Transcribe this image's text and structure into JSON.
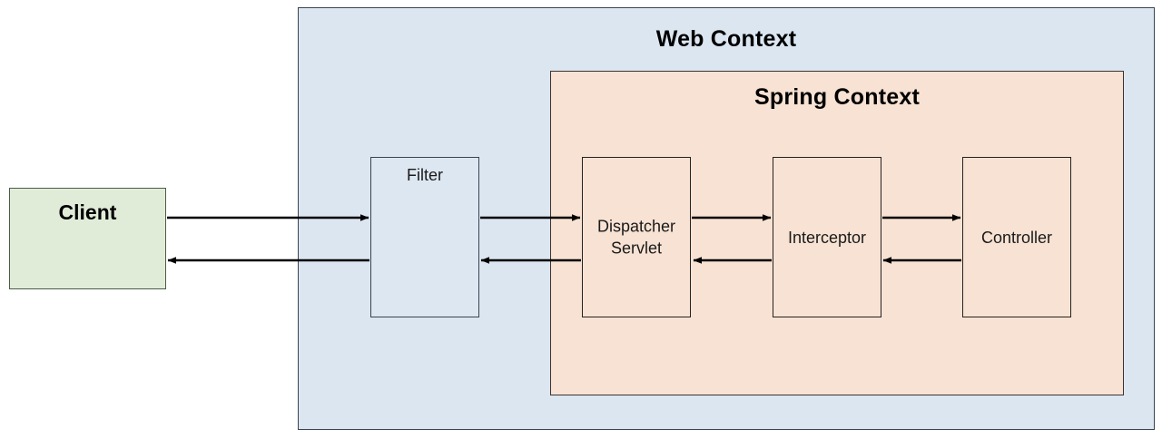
{
  "diagram": {
    "title_visible": false,
    "containers": [
      {
        "id": "web-context",
        "label": "Web Context",
        "fill": "#dce6f1",
        "stroke": "#3a4450"
      },
      {
        "id": "spring-context",
        "label": "Spring Context",
        "fill": "#f7e2d3",
        "stroke": "#3a3330"
      }
    ],
    "nodes": [
      {
        "id": "client",
        "label": "Client",
        "fill": "#e0ecd8",
        "stroke": "#4d5a49"
      },
      {
        "id": "filter",
        "label": "Filter",
        "fill": "#dde7f2",
        "stroke": "#3a4450"
      },
      {
        "id": "dispatcher-servlet",
        "label": "Dispatcher\nServlet",
        "fill": "#f7e2d3",
        "stroke": "#262220"
      },
      {
        "id": "interceptor",
        "label": "Interceptor",
        "fill": "#f7e2d3",
        "stroke": "#262220"
      },
      {
        "id": "controller",
        "label": "Controller",
        "fill": "#f7e2d3",
        "stroke": "#262220"
      }
    ],
    "edges": [
      {
        "id": "client-to-filter",
        "from": "client",
        "to": "filter",
        "direction": "forward",
        "label": ""
      },
      {
        "id": "filter-to-dispatcher",
        "from": "filter",
        "to": "dispatcher-servlet",
        "direction": "forward",
        "label": ""
      },
      {
        "id": "dispatcher-to-interceptor",
        "from": "dispatcher-servlet",
        "to": "interceptor",
        "direction": "forward",
        "label": ""
      },
      {
        "id": "interceptor-to-controller",
        "from": "interceptor",
        "to": "controller",
        "direction": "forward",
        "label": ""
      },
      {
        "id": "controller-to-interceptor",
        "from": "controller",
        "to": "interceptor",
        "direction": "return",
        "label": ""
      },
      {
        "id": "interceptor-to-dispatcher",
        "from": "interceptor",
        "to": "dispatcher-servlet",
        "direction": "return",
        "label": ""
      },
      {
        "id": "dispatcher-to-filter",
        "from": "dispatcher-servlet",
        "to": "filter",
        "direction": "return",
        "label": ""
      },
      {
        "id": "filter-to-client",
        "from": "filter",
        "to": "client",
        "direction": "return",
        "label": ""
      }
    ],
    "edge_color": "#000000"
  }
}
